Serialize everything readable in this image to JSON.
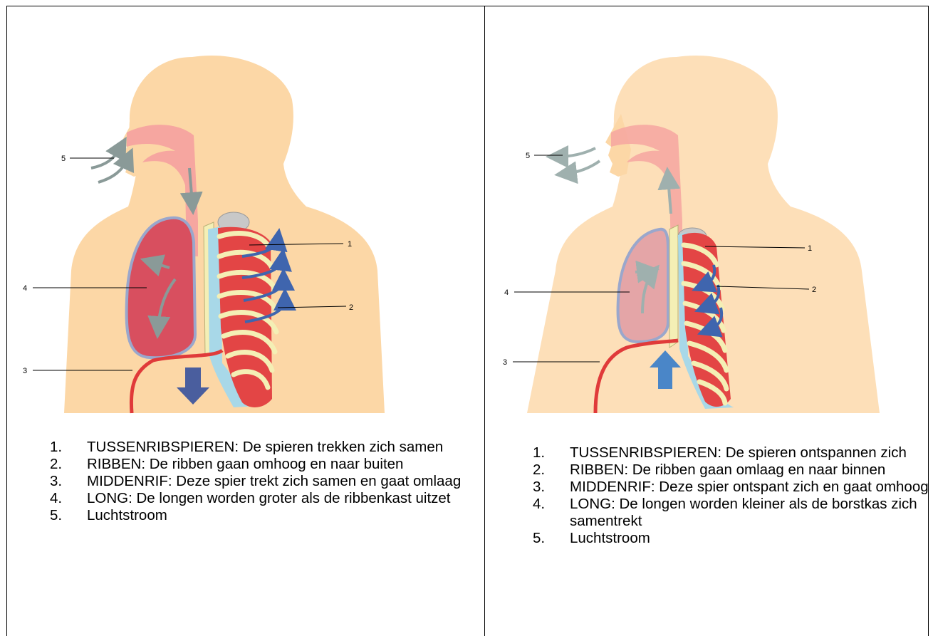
{
  "colors": {
    "skin": "#fcd7a6",
    "airway": "#f6a6a0",
    "lung_inhale": "#d84f5f",
    "lung_exhale": "#e4a5a7",
    "muscle": "#e34545",
    "rib": "#f4efb5",
    "cartilage": "#a8d8e8",
    "arrow_blue": "#3f65ae",
    "arrow_big_down": "#4a5e9e",
    "arrow_big_up": "#4a86c8",
    "arrow_grey": "#8a9a98",
    "diaphragm": "#e03a3a"
  },
  "panels": [
    {
      "id": "inhale",
      "labels": [
        "1",
        "2",
        "3",
        "4",
        "5"
      ],
      "legend": [
        {
          "num": "1.",
          "text": "TUSSENRIBSPIEREN: De spieren trekken zich samen"
        },
        {
          "num": "2.",
          "text": "RIBBEN: De ribben gaan omhoog en naar buiten"
        },
        {
          "num": "3.",
          "text": "MIDDENRIF: Deze spier trekt zich samen en gaat omlaag"
        },
        {
          "num": "4.",
          "text": "LONG: De longen worden groter als de ribbenkast uitzet"
        },
        {
          "num": "5.",
          "text": "Luchtstroom"
        }
      ]
    },
    {
      "id": "exhale",
      "labels": [
        "1",
        "2",
        "3",
        "4",
        "5"
      ],
      "legend": [
        {
          "num": "1.",
          "text": "TUSSENRIBSPIEREN: De spieren ontspannen zich"
        },
        {
          "num": "2.",
          "text": "RIBBEN: De ribben gaan omlaag en naar binnen"
        },
        {
          "num": "3.",
          "text": "MIDDENRIF: Deze spier ontspant zich en gaat omhoog"
        },
        {
          "num": "4.",
          "text": "LONG: De longen worden kleiner als de borstkas zich samentrekt"
        },
        {
          "num": "5.",
          "text": "Luchtstroom"
        }
      ]
    }
  ]
}
